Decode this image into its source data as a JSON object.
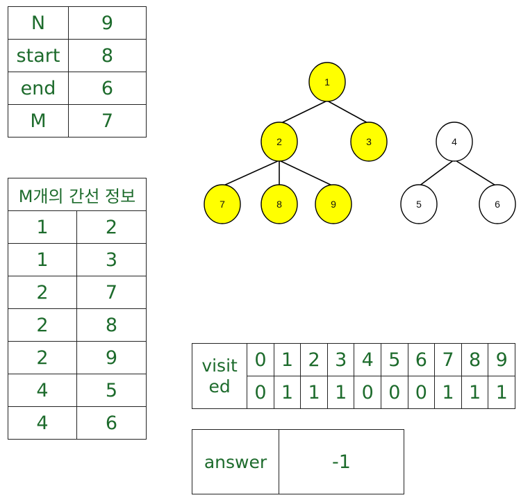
{
  "params": [
    {
      "key": "N",
      "value": "9"
    },
    {
      "key": "start",
      "value": "8"
    },
    {
      "key": "end",
      "value": "6"
    },
    {
      "key": "M",
      "value": "7"
    }
  ],
  "edges": {
    "header": "M개의 간선 정보",
    "rows": [
      [
        "1",
        "2"
      ],
      [
        "1",
        "3"
      ],
      [
        "2",
        "7"
      ],
      [
        "2",
        "8"
      ],
      [
        "2",
        "9"
      ],
      [
        "4",
        "5"
      ],
      [
        "4",
        "6"
      ]
    ]
  },
  "visited": {
    "label_line1": "visit",
    "label_line2": "ed",
    "indices": [
      "0",
      "1",
      "2",
      "3",
      "4",
      "5",
      "6",
      "7",
      "8",
      "9"
    ],
    "values": [
      "0",
      "1",
      "1",
      "1",
      "0",
      "0",
      "0",
      "1",
      "1",
      "1"
    ]
  },
  "answer": {
    "label": "answer",
    "value": "-1"
  },
  "graph": {
    "colors": {
      "visited": "#ffff00",
      "unvisited": "#ffffff",
      "text": "#1d6b2c"
    },
    "nodes": [
      {
        "id": "1",
        "visited": true
      },
      {
        "id": "2",
        "visited": true
      },
      {
        "id": "3",
        "visited": true
      },
      {
        "id": "4",
        "visited": false
      },
      {
        "id": "5",
        "visited": false
      },
      {
        "id": "6",
        "visited": false
      },
      {
        "id": "7",
        "visited": true
      },
      {
        "id": "8",
        "visited": true
      },
      {
        "id": "9",
        "visited": true
      }
    ]
  }
}
